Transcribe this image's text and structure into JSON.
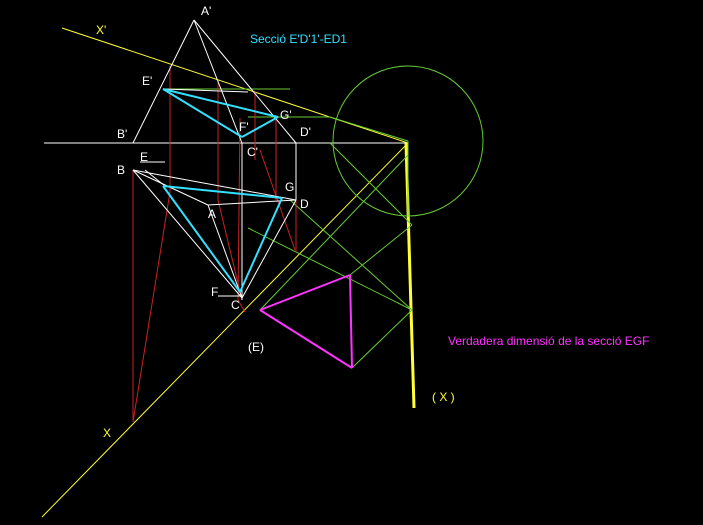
{
  "title": "Secció E'D'1'-ED1",
  "caption": "Verdadera  dimensió de la secció EGF",
  "colors": {
    "background": "#000000",
    "white": "#ffffff",
    "yellow": "#ffff33",
    "cyan": "#33e0ff",
    "red": "#cc2222",
    "green": "#66cc33",
    "magenta": "#ff33ff"
  },
  "labels": {
    "a_prime": "A'",
    "e_prime": "E'",
    "g_prime": "G'",
    "f_prime": "F'",
    "b_prime": "B'",
    "d_prime": "D'",
    "c_prime": "C'",
    "x_prime": "X'",
    "b": "B",
    "e": "E",
    "g": "G",
    "d": "D",
    "a": "A",
    "f": "F",
    "c": "C",
    "e_paren": "(E)",
    "x": "X",
    "x_paren": "( X )"
  }
}
